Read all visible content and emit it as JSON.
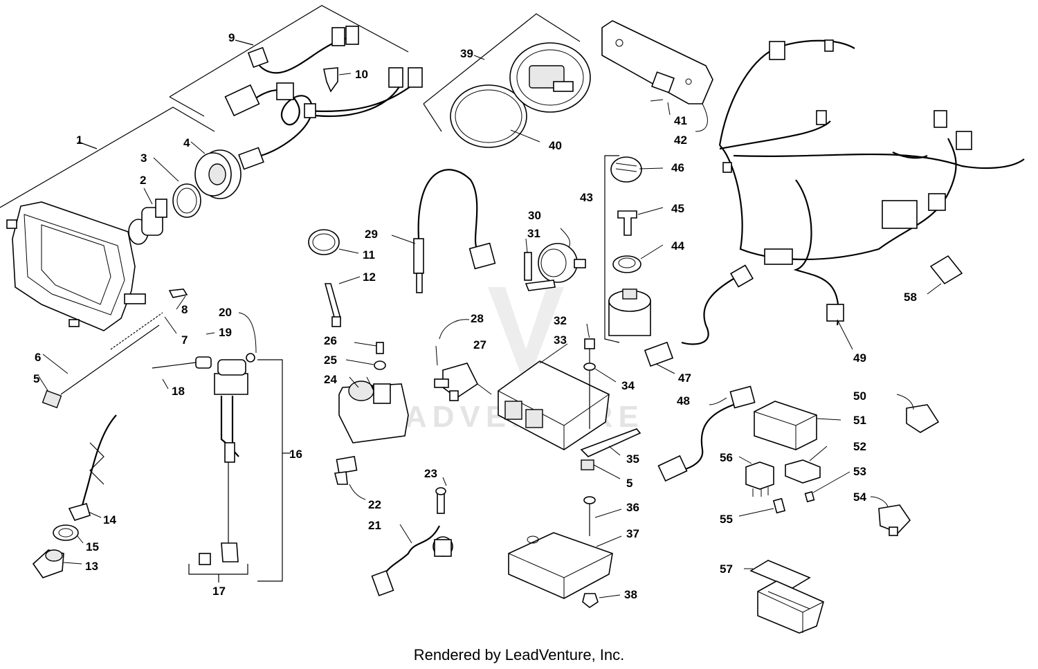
{
  "watermark": "ADVENTURE",
  "credit": "Rendered by LeadVenture, Inc.",
  "callouts": [
    "1",
    "2",
    "3",
    "4",
    "5",
    "6",
    "7",
    "8",
    "9",
    "10",
    "11",
    "12",
    "13",
    "14",
    "15",
    "16",
    "17",
    "18",
    "19",
    "20",
    "21",
    "22",
    "23",
    "24",
    "25",
    "26",
    "27",
    "28",
    "29",
    "30",
    "31",
    "32",
    "33",
    "34",
    "35",
    "5",
    "36",
    "37",
    "38",
    "39",
    "40",
    "41",
    "42",
    "43",
    "44",
    "45",
    "46",
    "47",
    "48",
    "49",
    "50",
    "51",
    "52",
    "53",
    "54",
    "55",
    "56",
    "57",
    "58"
  ]
}
